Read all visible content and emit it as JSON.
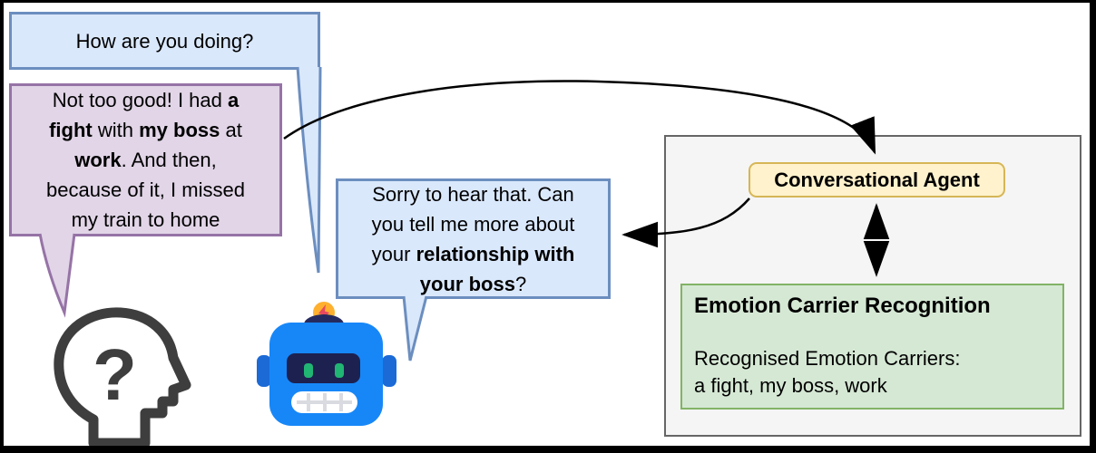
{
  "conversation": {
    "greeting": {
      "text": "How are you doing?"
    },
    "user_reply": {
      "segments": [
        {
          "text": "Not too good! I had "
        },
        {
          "text": "a",
          "bold": true
        },
        {
          "br": true
        },
        {
          "text": "fight",
          "bold": true
        },
        {
          "text": " with "
        },
        {
          "text": "my boss",
          "bold": true
        },
        {
          "text": " at"
        },
        {
          "br": true
        },
        {
          "text": "work",
          "bold": true
        },
        {
          "text": ". And then,"
        },
        {
          "br": true
        },
        {
          "text": "because of it, I missed"
        },
        {
          "br": true
        },
        {
          "text": "my train to home"
        }
      ],
      "plain_text": "Not too good! I had a fight with my boss at work. And then, because of it, I missed my train to home"
    },
    "agent_followup": {
      "segments": [
        {
          "text": "Sorry to hear that. Can"
        },
        {
          "br": true
        },
        {
          "text": "you tell me more about"
        },
        {
          "br": true
        },
        {
          "text": "your "
        },
        {
          "text": "relationship with",
          "bold": true
        },
        {
          "br": true
        },
        {
          "text": "your boss",
          "bold": true
        },
        {
          "text": "?"
        }
      ],
      "plain_text": "Sorry to hear that. Can you tell me more about your relationship with your boss?"
    }
  },
  "system_panel": {
    "agent_label": "Conversational Agent",
    "ecr_title": "Emotion Carrier Recognition",
    "ecr_line1": "Recognised Emotion Carriers:",
    "ecr_line2": "a fight, my boss, work"
  },
  "icons": {
    "human": "human-head-question-icon",
    "human_glyph": "?",
    "robot": "robot-icon"
  },
  "colors": {
    "bubble_blue_fill": "#dae8fc",
    "bubble_blue_stroke": "#6c8ebf",
    "bubble_purple_fill": "#e1d5e7",
    "bubble_purple_stroke": "#9673a6",
    "agent_box_fill": "#fff2cc",
    "agent_box_stroke": "#d6b656",
    "ecr_box_fill": "#d5e8d4",
    "ecr_box_stroke": "#82b366",
    "panel_fill": "#f5f5f5",
    "panel_stroke": "#666666",
    "arrow": "#000000",
    "head_icon": "#3e3e3e",
    "robot_head": "#1787f8",
    "robot_ear": "#1b6ad6",
    "robot_visor": "#1d2150",
    "robot_eye": "#21b573",
    "robot_bulb": "#ffb02e",
    "robot_bolt": "#e7495f"
  }
}
